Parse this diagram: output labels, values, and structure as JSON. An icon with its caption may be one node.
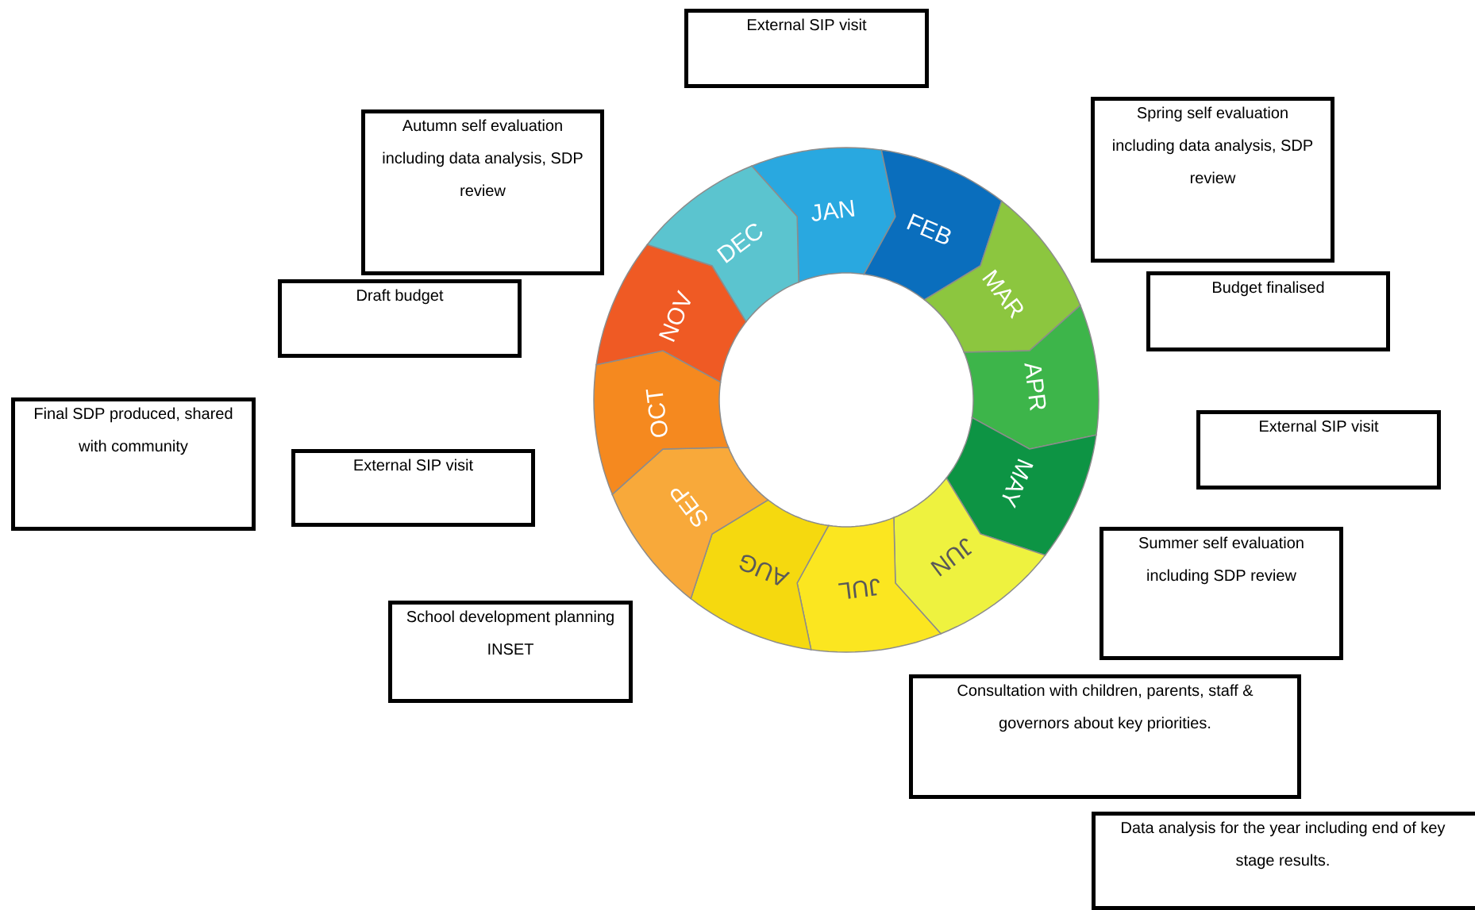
{
  "diagram": {
    "nodes": [
      {
        "text": [
          "External SIP visit"
        ]
      },
      {
        "text": [
          "Autumn self evaluation including data analysis, SDP review"
        ]
      },
      {
        "text": [
          "Spring self evaluation including data analysis, SDP review"
        ]
      },
      {
        "text": [
          "Draft budget"
        ]
      },
      {
        "text": [
          "Budget finalised"
        ]
      },
      {
        "text": [
          "Final SDP produced, shared with community"
        ]
      },
      {
        "text": [
          "External SIP visit"
        ]
      },
      {
        "text": [
          "External SIP visit"
        ]
      },
      {
        "text": [
          "Summer self evaluation including SDP review"
        ]
      },
      {
        "text": [
          "School development planning INSET"
        ]
      },
      {
        "text": [
          "Consultation with children, parents, staff & governors about key priorities."
        ]
      },
      {
        "text": [
          "Data analysis for the year including end of key stage results."
        ]
      },
      {
        "text": [
          "JAN"
        ]
      },
      {
        "text": [
          "FEB"
        ]
      },
      {
        "text": [
          "MAR"
        ]
      },
      {
        "text": [
          "APR"
        ]
      },
      {
        "text": [
          "MAY"
        ]
      },
      {
        "text": [
          "JUN"
        ]
      },
      {
        "text": [
          "JUL"
        ]
      },
      {
        "text": [
          "AUG"
        ]
      },
      {
        "text": [
          "SEP"
        ]
      },
      {
        "text": [
          "OCT"
        ]
      },
      {
        "text": [
          "NOV"
        ]
      },
      {
        "text": [
          "DEC"
        ]
      }
    ]
  }
}
